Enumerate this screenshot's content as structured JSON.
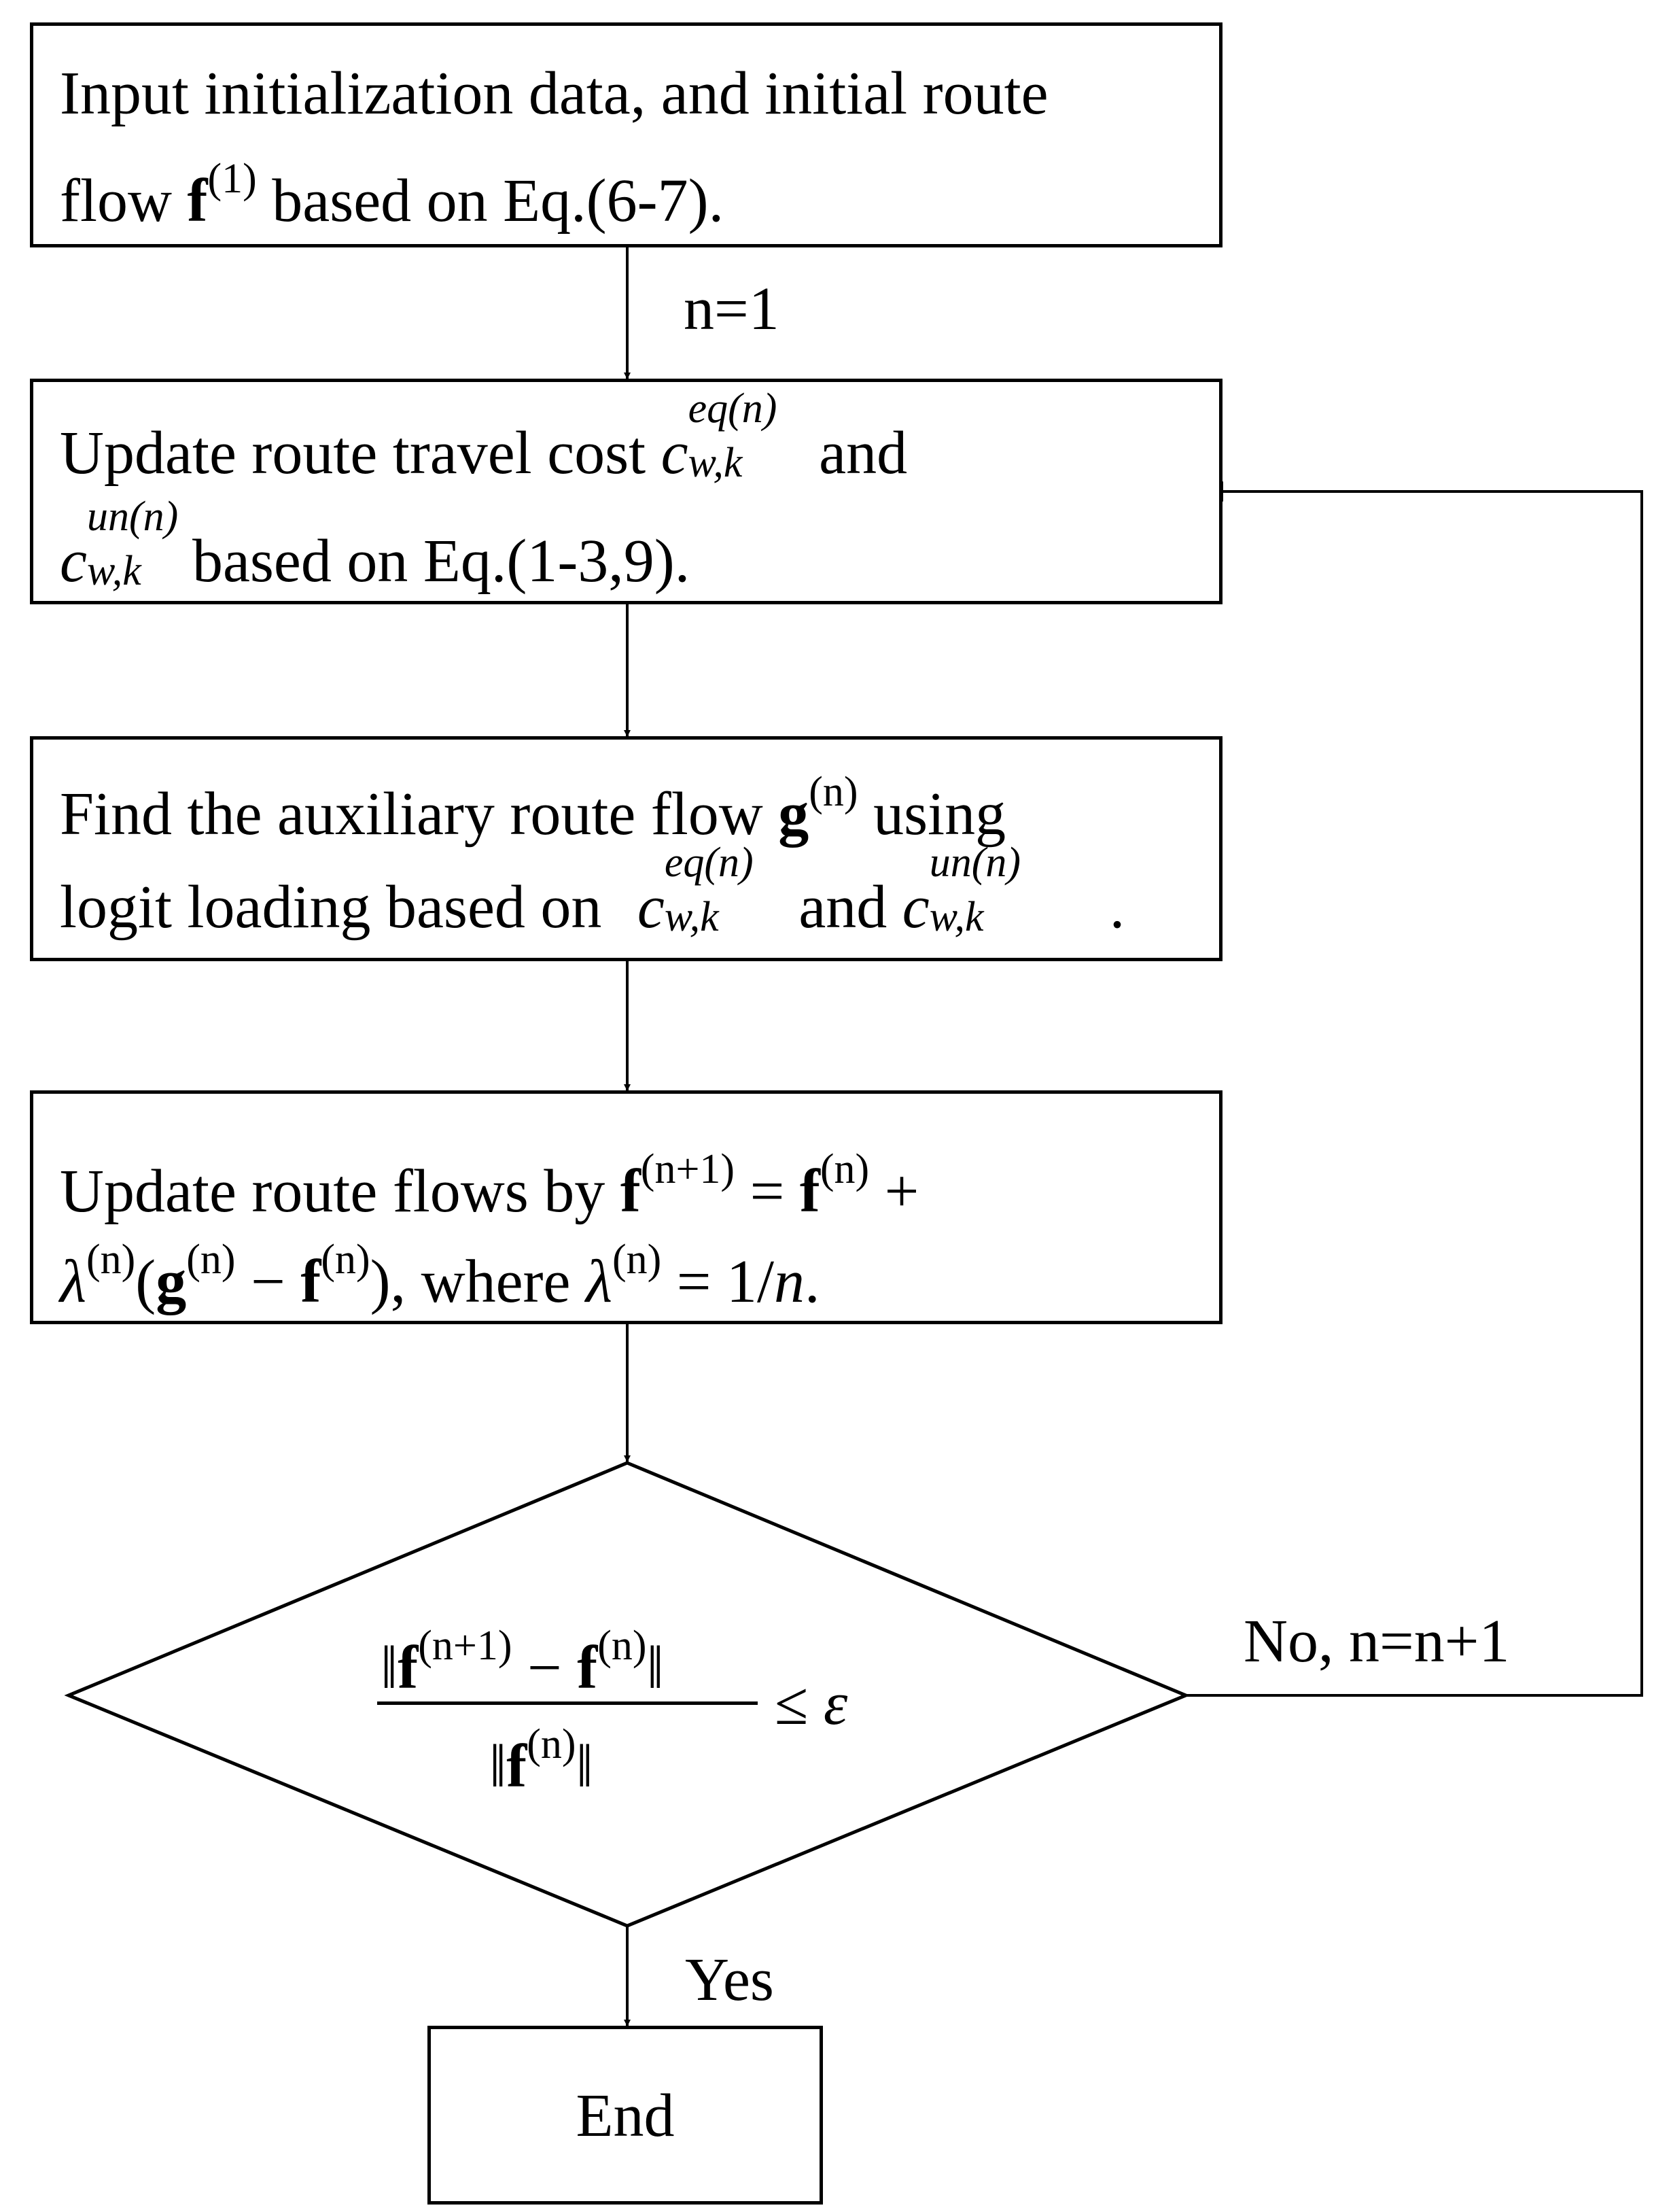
{
  "flowchart": {
    "box1": {
      "line1": "Input initialization data, and initial route",
      "line2_pre": "flow ",
      "f": "f",
      "sup": "(1)",
      "line2_post": " based on Eq.(6-7)."
    },
    "label_n1": "n=1",
    "box2": {
      "line1_pre": "Update route travel cost ",
      "c": "c",
      "sup1": "eq(n)",
      "sub1": "w,k",
      "line1_post": " and",
      "sup2": "un(n)",
      "sub2": "w,k",
      "line2_post": "based on Eq.(1-3,9)."
    },
    "box3": {
      "line1_pre": "Find the auxiliary route flow ",
      "g": "g",
      "sup": "(n)",
      "line1_post": " using",
      "line2_pre": "logit loading based on ",
      "c": "c",
      "sup1": "eq(n)",
      "sub1": "w,k",
      "mid": " and ",
      "sup2": "un(n)",
      "sub2": "w,k",
      "end": "."
    },
    "box4": {
      "line1_pre": "Update route flows by ",
      "f": "f",
      "sup_n1": "(n+1)",
      "eq": " = ",
      "sup_n": "(n)",
      "plus": " +",
      "lambda": "λ",
      "g": "g",
      "minus": " − ",
      "where": "), where ",
      "eq2": " = 1/",
      "n": "n",
      "dot": "."
    },
    "decision": {
      "num_f": "f",
      "num_sup1": "(n+1)",
      "num_minus": " − ",
      "num_sup2": "(n)",
      "den_f": "f",
      "den_sup": "(n)",
      "leq": "≤ ",
      "eps": "ε"
    },
    "label_no": "No, n=n+1",
    "label_yes": "Yes",
    "end_label": "End"
  }
}
